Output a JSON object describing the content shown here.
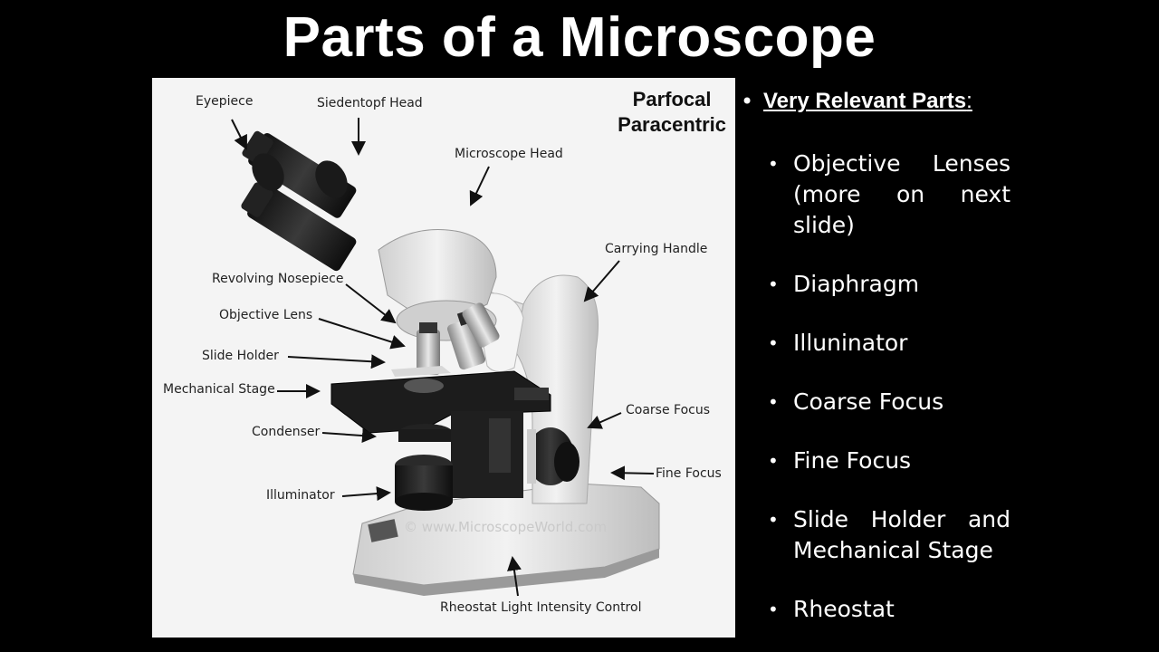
{
  "title": "Parts of a Microscope",
  "diagram": {
    "parfocal_line1": "Parfocal",
    "parfocal_line2": "Paracentric",
    "watermark": "© www.MicroscopeWorld.com",
    "labels": {
      "eyepiece": "Eyepiece",
      "siedentopf_head": "Siedentopf Head",
      "microscope_head": "Microscope Head",
      "carrying_handle": "Carrying Handle",
      "revolving_nosepiece": "Revolving Nosepiece",
      "objective_lens": "Objective Lens",
      "slide_holder": "Slide Holder",
      "mechanical_stage": "Mechanical Stage",
      "condenser": "Condenser",
      "illuminator": "Illuminator",
      "coarse_focus": "Coarse Focus",
      "fine_focus": "Fine Focus",
      "rheostat": "Rheostat Light Intensity Control"
    }
  },
  "bullets": {
    "heading": "Very Relevant Parts",
    "heading_suffix": ":",
    "dot": "•",
    "items": [
      "Objective Lenses (more on next slide)",
      "Diaphragm",
      "Illuninator",
      "Coarse Focus",
      "Fine Focus",
      "Slide Holder and Mechanical Stage",
      "Rheostat"
    ]
  }
}
